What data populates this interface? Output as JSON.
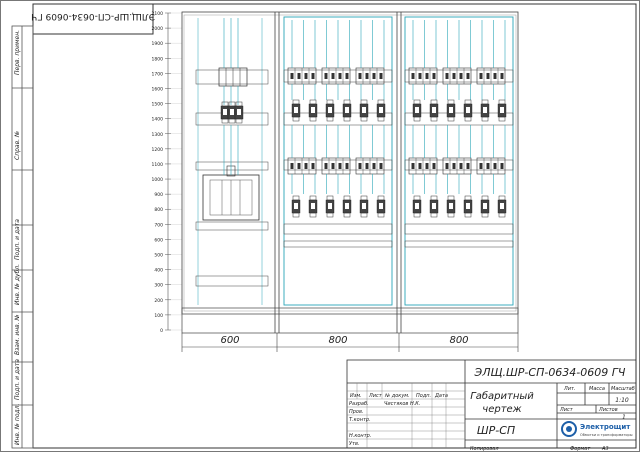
{
  "stamp_rotated": "ЭЛЩ.ШР-СП-0634-0609 ГЧ",
  "left_margin_labels": [
    "Перв. примен.",
    "Справ. №",
    "Подп. и дата",
    "Инв. № дубл.",
    "Взам. инв. №",
    "Подп. и дата",
    "Инв. № подл."
  ],
  "scale_ticks": [
    "2100",
    "2000",
    "1900",
    "1800",
    "1700",
    "1600",
    "1500",
    "1400",
    "1300",
    "1200",
    "1100",
    "1000",
    "900",
    "800",
    "700",
    "600",
    "500",
    "400",
    "300",
    "200",
    "100",
    "0"
  ],
  "dimensions": {
    "section_1": "600",
    "section_2": "800",
    "section_3": "800"
  },
  "title_block": {
    "designation": "ЭЛЩ.ШР-СП-0634-0609 ГЧ",
    "doc_title_line1": "Габаритный",
    "doc_title_line2": "чертеж",
    "product": "ШР-СП",
    "col_headers": [
      "Изм.",
      "Лист",
      "№ докум.",
      "Подп.",
      "Дата"
    ],
    "row_labels": [
      "Разраб.",
      "Пров.",
      "Т.контр.",
      "Н.контр.",
      "Утв."
    ],
    "developer_name": "Чистяков Н.К.",
    "lit_label": "Лит.",
    "mass_label": "Масса",
    "scale_label": "Масштаб",
    "scale_value": "1:10",
    "sheet_label": "Лист",
    "sheets_label": "Листов",
    "sheets_value": "1",
    "company": "Электрощит",
    "company_sub": "Обмотки и трансформаторы",
    "copied_label": "Копировал",
    "format_label": "Формат",
    "format_value": "А3"
  },
  "colors": {
    "line": "#3a3a3a",
    "accent": "#2aa6b8",
    "logo": "#1d5fa8"
  }
}
